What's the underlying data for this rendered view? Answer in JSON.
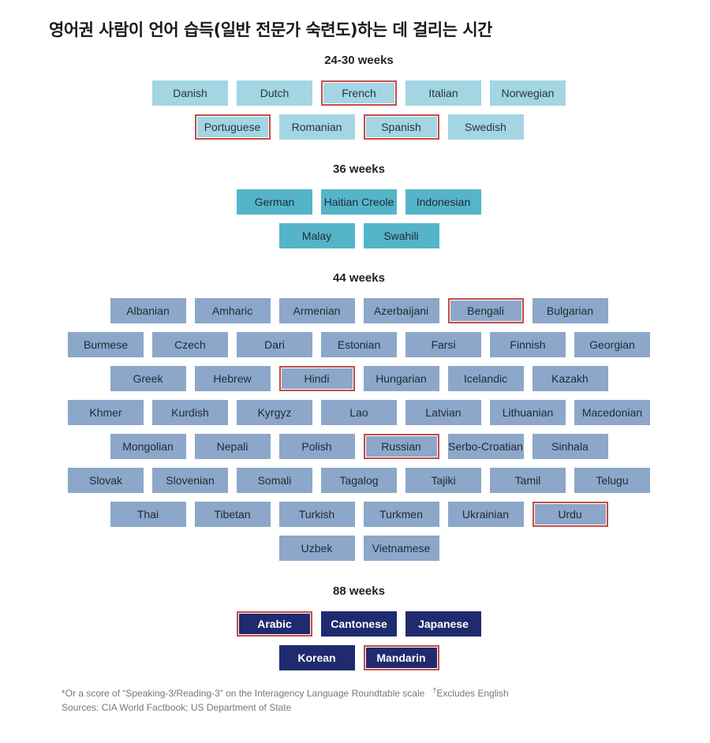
{
  "chart_data": {
    "type": "table",
    "title": "영어권 사람이 언어 습득(일반 전문가 숙련도)하는 데 걸리는 시간",
    "groups": [
      {
        "label": "24-30 weeks",
        "weeks": [
          24,
          30
        ],
        "color": "#a3d5e2",
        "text_color": "#2b3440",
        "rows": [
          [
            "Danish",
            "Dutch",
            "French",
            "Italian",
            "Norwegian"
          ],
          [
            "Portuguese",
            "Romanian",
            "Spanish",
            "Swedish"
          ]
        ],
        "highlighted": [
          "French",
          "Portuguese",
          "Spanish"
        ]
      },
      {
        "label": "36 weeks",
        "weeks": 36,
        "color": "#55b4c9",
        "text_color": "#1f2a36",
        "rows": [
          [
            "German",
            "Haitian Creole",
            "Indonesian"
          ],
          [
            "Malay",
            "Swahili"
          ]
        ],
        "highlighted": []
      },
      {
        "label": "44 weeks",
        "weeks": 44,
        "color": "#8ca7c9",
        "text_color": "#1f2a36",
        "rows": [
          [
            "Albanian",
            "Amharic",
            "Armenian",
            "Azerbaijani",
            "Bengali",
            "Bulgarian"
          ],
          [
            "Burmese",
            "Czech",
            "Dari",
            "Estonian",
            "Farsi",
            "Finnish",
            "Georgian"
          ],
          [
            "Greek",
            "Hebrew",
            "Hindi",
            "Hungarian",
            "Icelandic",
            "Kazakh"
          ],
          [
            "Khmer",
            "Kurdish",
            "Kyrgyz",
            "Lao",
            "Latvian",
            "Lithuanian",
            "Macedonian"
          ],
          [
            "Mongolian",
            "Nepali",
            "Polish",
            "Russian",
            "Serbo-Croatian",
            "Sinhala"
          ],
          [
            "Slovak",
            "Slovenian",
            "Somali",
            "Tagalog",
            "Tajiki",
            "Tamil",
            "Telugu"
          ],
          [
            "Thai",
            "Tibetan",
            "Turkish",
            "Turkmen",
            "Ukrainian",
            "Urdu"
          ],
          [
            "Uzbek",
            "Vietnamese"
          ]
        ],
        "highlighted": [
          "Bengali",
          "Hindi",
          "Russian",
          "Urdu"
        ]
      },
      {
        "label": "88 weeks",
        "weeks": 88,
        "color": "#1f2b6e",
        "text_color": "#ffffff",
        "rows": [
          [
            "Arabic",
            "Cantonese",
            "Japanese"
          ],
          [
            "Korean",
            "Mandarin"
          ]
        ],
        "highlighted": [
          "Arabic",
          "Mandarin"
        ]
      }
    ],
    "highlight_color": "#c44a4a"
  },
  "footnote": {
    "note1": "*Or a score of “Speaking-3/Reading-3” on the Interagency Language Roundtable scale",
    "dagger": "†",
    "note2": "Excludes English",
    "sources": "Sources: CIA World Factbook; US Department of State"
  }
}
